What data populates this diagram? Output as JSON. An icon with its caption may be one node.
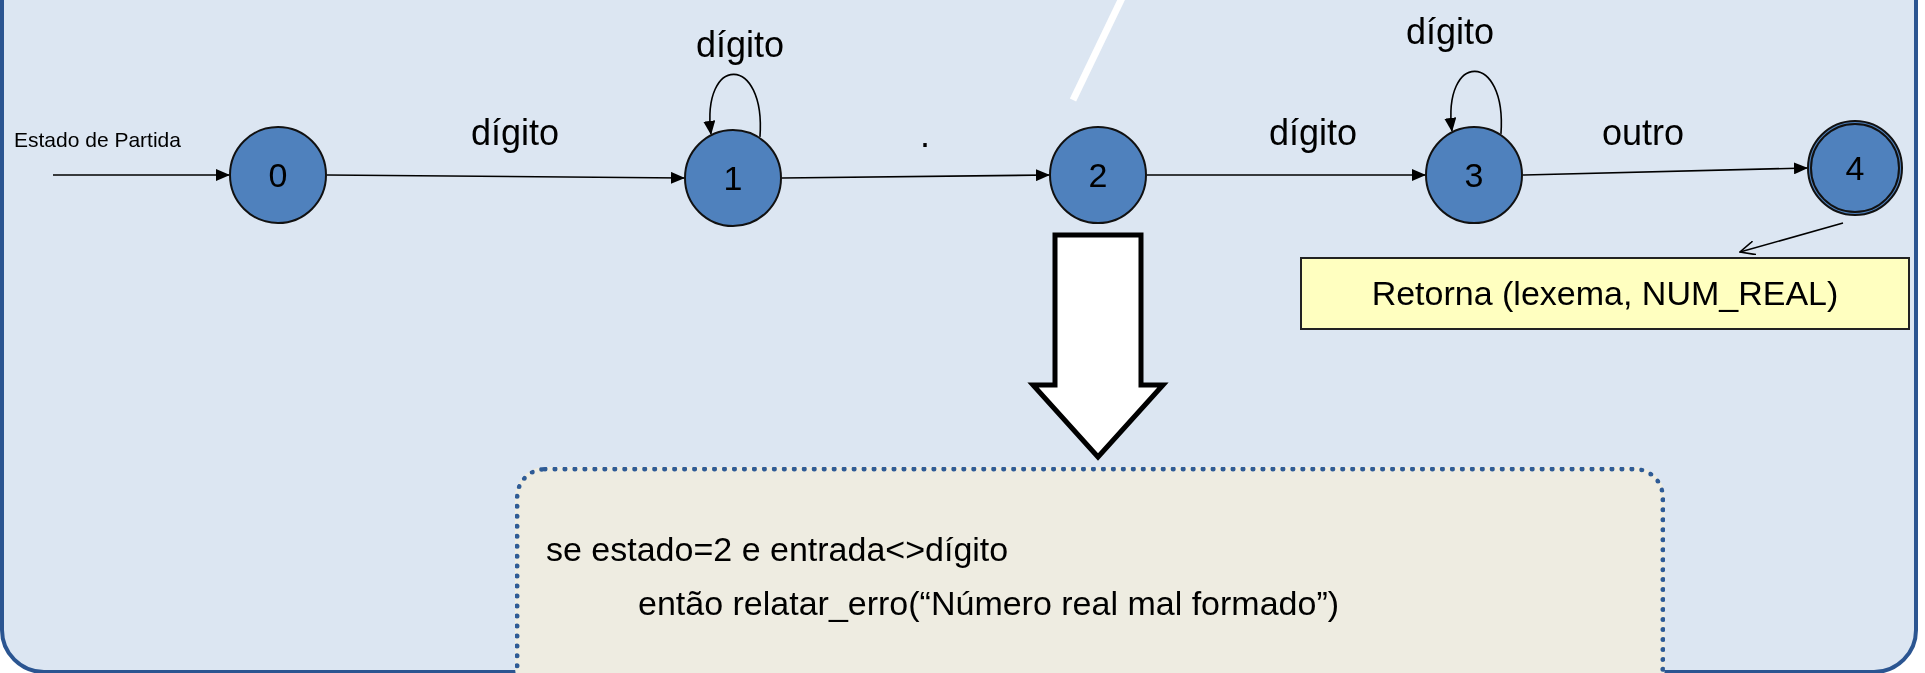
{
  "diagram": {
    "nodes": [
      {
        "text": [
          "0"
        ]
      },
      {
        "text": [
          "1"
        ]
      },
      {
        "text": [
          "2"
        ]
      },
      {
        "text": [
          "3"
        ]
      },
      {
        "text": [
          "4"
        ]
      },
      {
        "text": [
          "Retorna (lexema, NUM_REAL)"
        ]
      },
      {
        "text": [
          "se estado=2 e entrada<>dígito",
          "então relatar_erro(“Número real mal formado”)"
        ]
      }
    ],
    "edges": [
      {
        "from": null,
        "to": 0,
        "arrow": "to"
      },
      {
        "from": 0,
        "to": 1,
        "arrow": "to",
        "label": "dígito"
      },
      {
        "from": 1,
        "to": 1,
        "arrow": "to",
        "label": "dígito"
      },
      {
        "from": 1,
        "to": 2,
        "arrow": "to",
        "label": "."
      },
      {
        "from": 2,
        "to": 3,
        "arrow": "to",
        "label": "dígito"
      },
      {
        "from": 3,
        "to": 3,
        "arrow": "to",
        "label": "dígito"
      },
      {
        "from": 3,
        "to": 4,
        "arrow": "to",
        "label": "outro"
      },
      {
        "from": 4,
        "to": 5,
        "arrow": "to"
      },
      {
        "from": 2,
        "to": 6,
        "arrow": "to",
        "style": "thick"
      }
    ],
    "labels": [
      "Estado de Partida"
    ]
  }
}
